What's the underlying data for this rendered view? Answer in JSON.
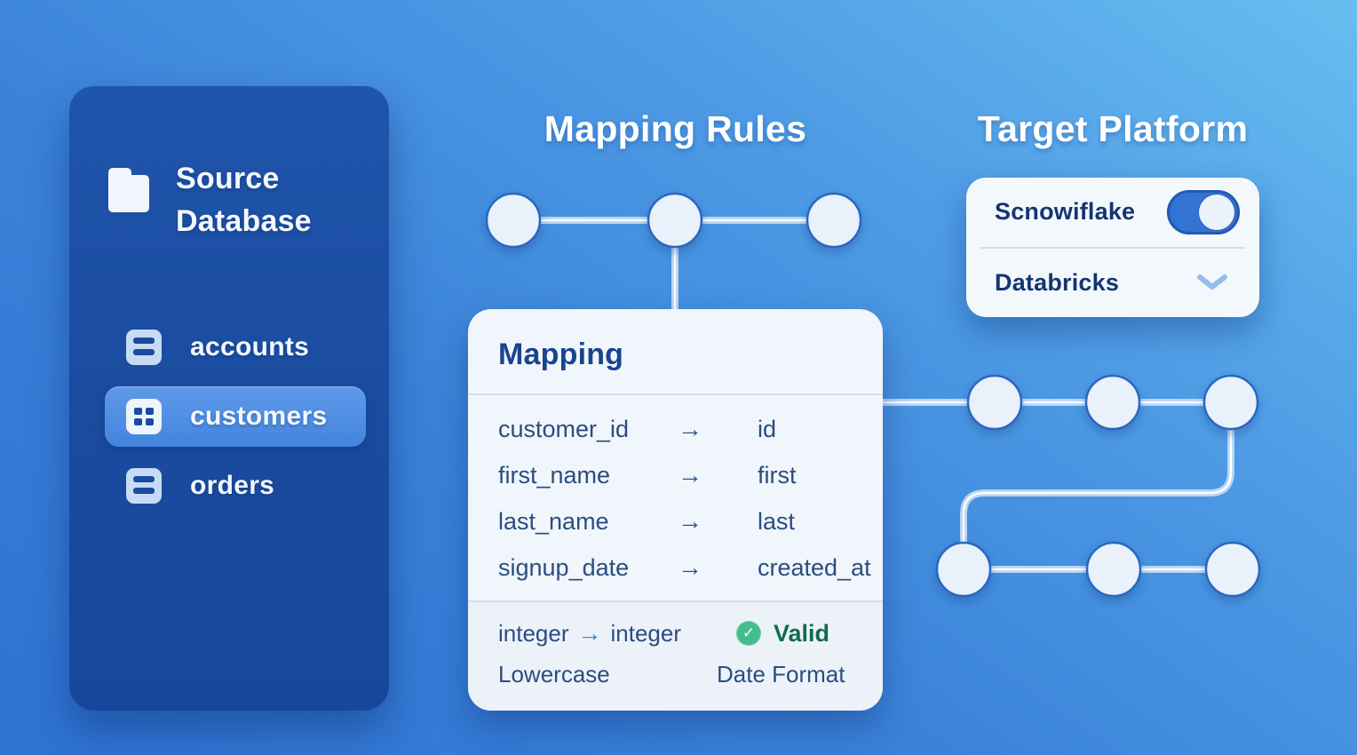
{
  "glyphs": {
    "arrow": "→",
    "check": "✓"
  },
  "sidebar": {
    "title": "Source Database",
    "items": [
      {
        "label": "accounts",
        "active": false
      },
      {
        "label": "customers",
        "active": true
      },
      {
        "label": "orders",
        "active": false
      }
    ]
  },
  "mapping": {
    "heading": "Mapping Rules",
    "card_title": "Mapping",
    "rows": [
      {
        "source": "customer_id",
        "target": "id"
      },
      {
        "source": "first_name",
        "target": "first"
      },
      {
        "source": "last_name",
        "target": "last"
      },
      {
        "source": "signup_date",
        "target": "created_at"
      }
    ],
    "footer": {
      "type_from": "integer",
      "type_to": "integer",
      "status": "Valid",
      "rule_left": "Lowercase",
      "rule_right": "Date Format"
    }
  },
  "target": {
    "heading": "Target Platform",
    "options": [
      {
        "label": "Scnowiflake",
        "control": "toggle",
        "state": "on"
      },
      {
        "label": "Databricks",
        "control": "dropdown"
      }
    ]
  },
  "colors": {
    "background_blue": "#3a82d9",
    "sidebar_bg": "#1a4b9f",
    "highlight_blue": "#4e8ce2",
    "card_bg": "#f1f6fc",
    "navy_text": "#19448f",
    "valid_green_text": "#0f6e4c",
    "check_circle_green": "#44bd8c",
    "toggle_blue": "#3273d3"
  }
}
